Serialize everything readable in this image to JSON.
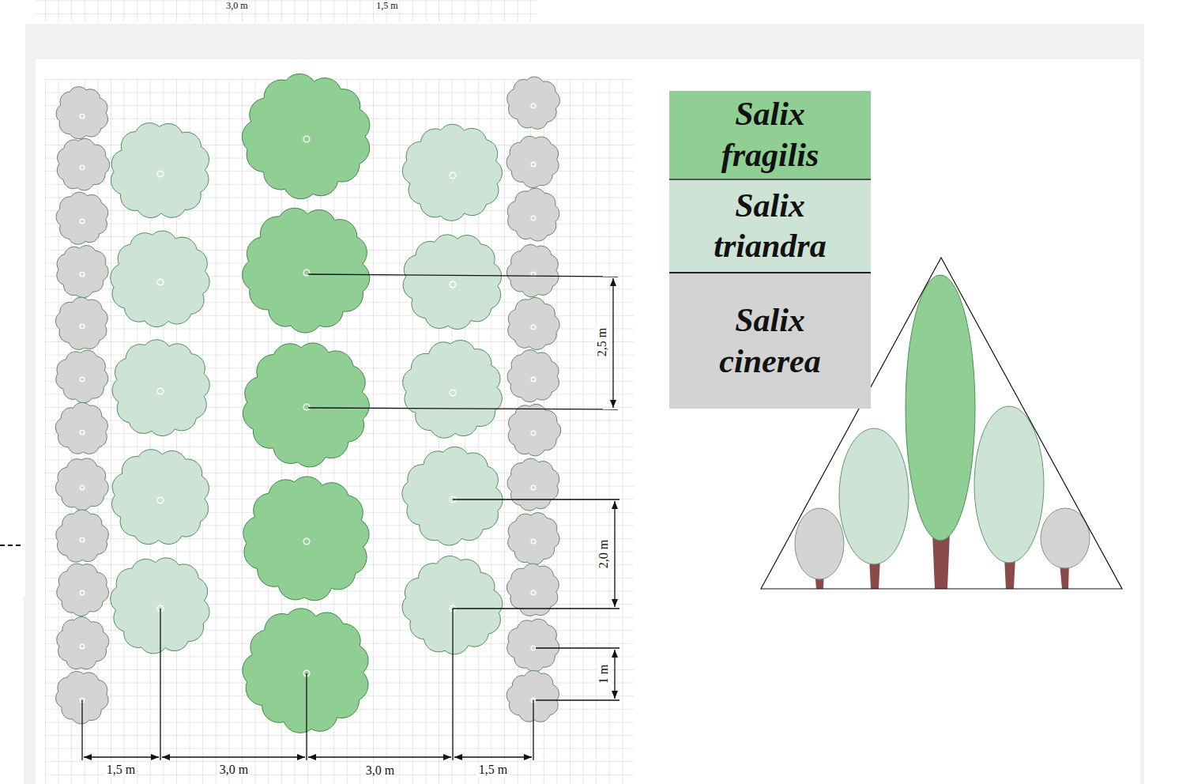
{
  "diagram": {
    "labels": [
      "3,0 m",
      "1,5 m",
      "2,5 m",
      "2,0 m",
      "1 m",
      "1,5 m",
      "3,0 m",
      "3,0 m",
      "1,5 m"
    ],
    "legend": [
      {
        "text": "Salix fragilis",
        "color": "#8fcf94"
      },
      {
        "text": "Salix triandra",
        "color": "#cde3d5"
      },
      {
        "text": "Salix cinerea",
        "color": "#d3d3d3"
      }
    ]
  }
}
